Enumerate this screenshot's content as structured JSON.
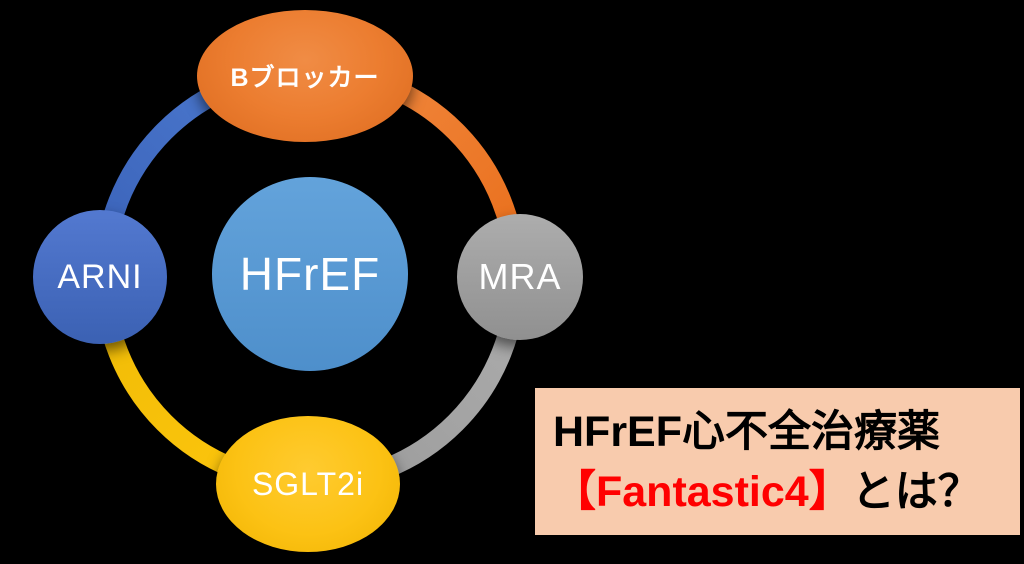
{
  "diagram": {
    "center": {
      "label": "HFrEF",
      "color": "#5B9BD5"
    },
    "nodes": [
      {
        "id": "beta-blocker",
        "label": "Bブロッカー",
        "position": "top",
        "color": "#ED7D31"
      },
      {
        "id": "mra",
        "label": "MRA",
        "position": "right",
        "color": "#A6A6A6"
      },
      {
        "id": "sglt2i",
        "label": "SGLT2i",
        "position": "bottom",
        "color": "#FFC000"
      },
      {
        "id": "arni",
        "label": "ARNI",
        "position": "left",
        "color": "#4472C4"
      }
    ],
    "ring_arcs": [
      {
        "id": "arni-to-bblocker",
        "color": "#4472C4"
      },
      {
        "id": "bblocker-to-mra",
        "color": "#ED7D31"
      },
      {
        "id": "mra-to-sglt2i",
        "color": "#A6A6A6"
      },
      {
        "id": "sglt2i-to-arni",
        "color": "#FFC000"
      }
    ],
    "background": "#000000"
  },
  "caption": {
    "line1": "HFrEF心不全治療薬",
    "line2_red": "【Fantastic4】",
    "line2_suffix": "とは？",
    "background": "#F8CBAD",
    "red_color": "#FF0000",
    "text_color": "#000000"
  }
}
